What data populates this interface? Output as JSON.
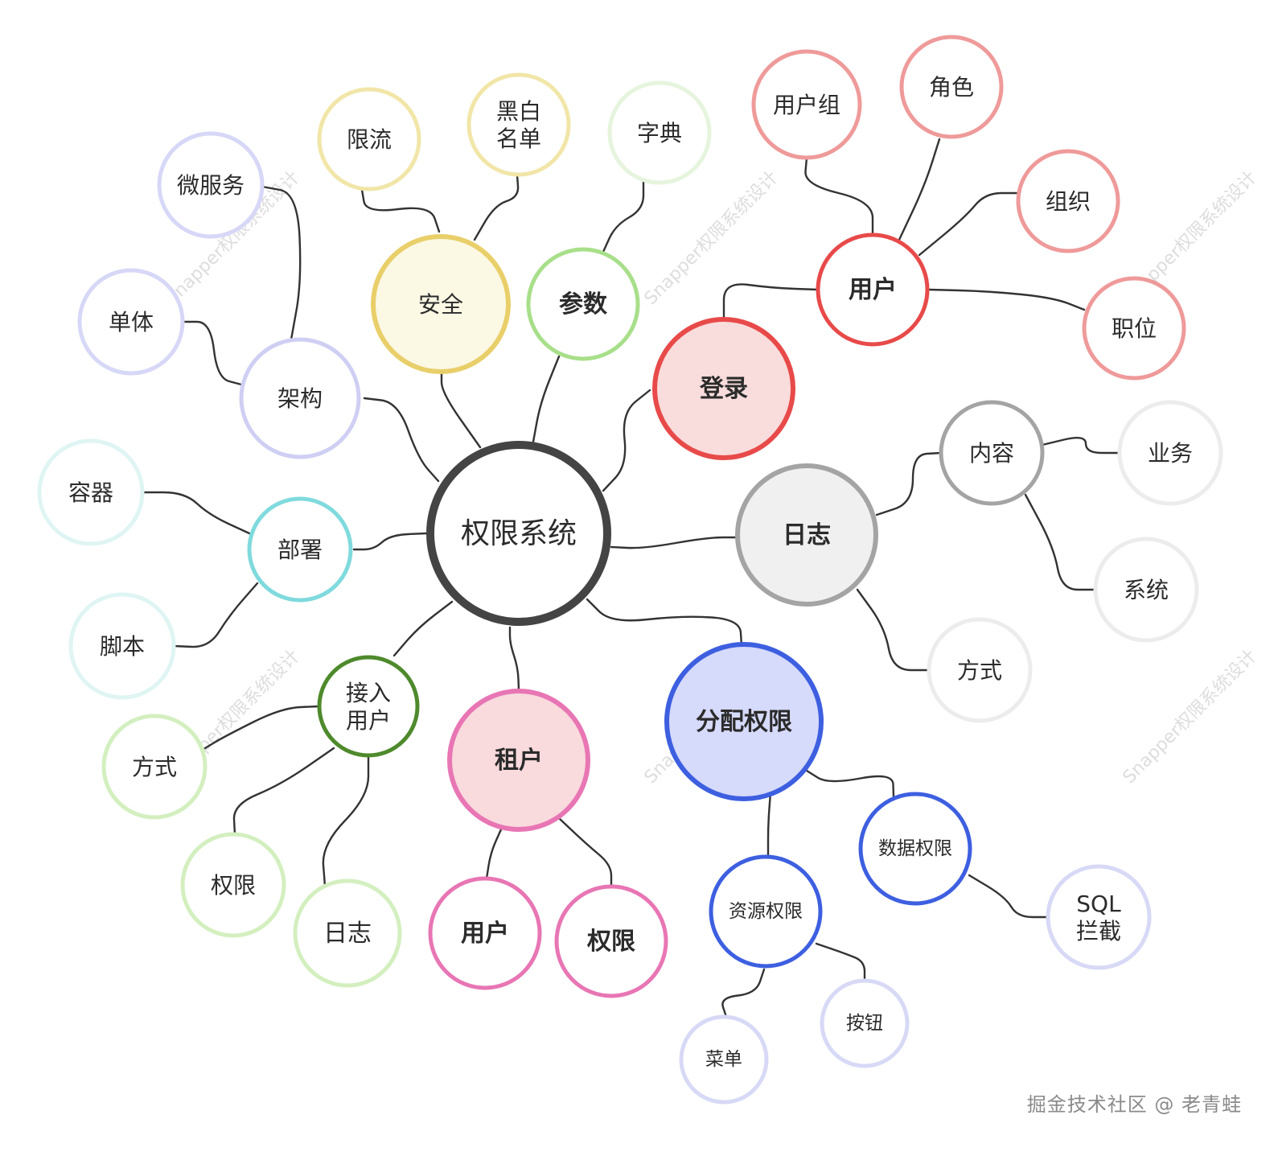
{
  "colors": {
    "center_stroke": "#444444",
    "security": "#e9cf6a",
    "params": "#a8df8a",
    "login": "#e84a4a",
    "user_group": "#ef9a9a",
    "log": "#a4a4a4",
    "assign": "#3d5fe0",
    "tenant": "#e876b4",
    "access": "#4e8a2c",
    "deploy": "#7fdadd",
    "arch": "#cfcff4"
  },
  "center": {
    "label": "权限系统"
  },
  "nodes": [
    {
      "id": "security",
      "label": "安全"
    },
    {
      "id": "xianliu",
      "label": "限流"
    },
    {
      "id": "heibai",
      "label": "黑白\n名单"
    },
    {
      "id": "params",
      "label": "参数"
    },
    {
      "id": "zidian",
      "label": "字典"
    },
    {
      "id": "login",
      "label": "登录"
    },
    {
      "id": "user",
      "label": "用户"
    },
    {
      "id": "yonghuzu",
      "label": "用户组"
    },
    {
      "id": "jiaose",
      "label": "角色"
    },
    {
      "id": "zuzhi",
      "label": "组织"
    },
    {
      "id": "zhiwei",
      "label": "职位"
    },
    {
      "id": "log",
      "label": "日志"
    },
    {
      "id": "neirong",
      "label": "内容"
    },
    {
      "id": "yewu",
      "label": "业务"
    },
    {
      "id": "xitong",
      "label": "系统"
    },
    {
      "id": "fangshi-log",
      "label": "方式"
    },
    {
      "id": "assign",
      "label": "分配权限"
    },
    {
      "id": "shuju",
      "label": "数据权限"
    },
    {
      "id": "sql",
      "label": "SQL\n拦截"
    },
    {
      "id": "ziyuan",
      "label": "资源权限"
    },
    {
      "id": "anniu",
      "label": "按钮"
    },
    {
      "id": "caidan",
      "label": "菜单"
    },
    {
      "id": "tenant",
      "label": "租户"
    },
    {
      "id": "tenant-user",
      "label": "用户"
    },
    {
      "id": "tenant-perm",
      "label": "权限"
    },
    {
      "id": "access",
      "label": "接入\n用户"
    },
    {
      "id": "access-fangshi",
      "label": "方式"
    },
    {
      "id": "access-quanxian",
      "label": "权限"
    },
    {
      "id": "access-rizhi",
      "label": "日志"
    },
    {
      "id": "deploy",
      "label": "部署"
    },
    {
      "id": "rongqi",
      "label": "容器"
    },
    {
      "id": "jiaoben",
      "label": "脚本"
    },
    {
      "id": "arch",
      "label": "架构"
    },
    {
      "id": "weifuwu",
      "label": "微服务"
    },
    {
      "id": "danti",
      "label": "单体"
    }
  ],
  "watermark": "Snapper权限系统设计",
  "credit": "掘金技术社区 @ 老青蛙"
}
